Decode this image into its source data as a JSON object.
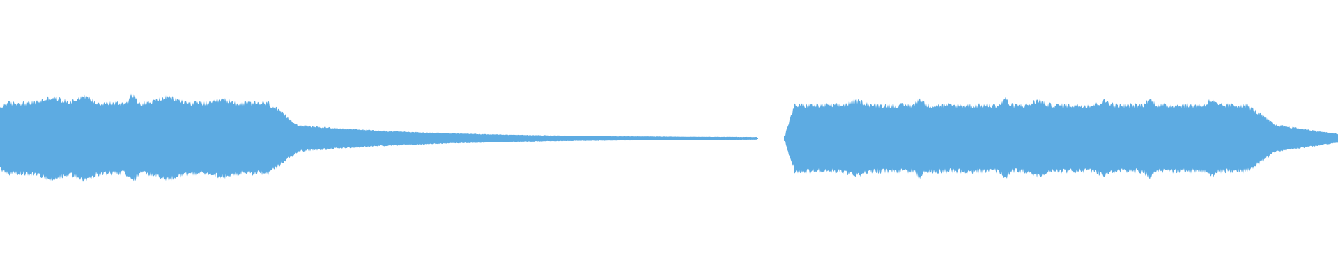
{
  "waveform": {
    "color": "#5dabe2",
    "background": "#ffffff",
    "segments": [
      {
        "name": "segment-1",
        "start": 0.0,
        "end": 0.566
      },
      {
        "name": "segment-2",
        "start": 0.585,
        "end": 1.0
      }
    ]
  }
}
